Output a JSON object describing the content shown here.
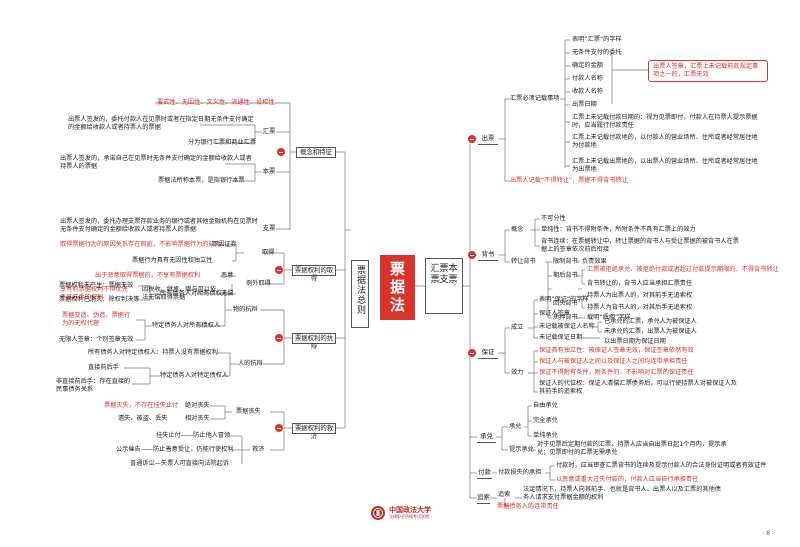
{
  "center": {
    "title": "票据法",
    "left_label": "票据法总则",
    "right_label": "汇票本票支票"
  },
  "left": {
    "concept": {
      "label": "概念和特征",
      "red_top": "要式性、无因性、文义性、流通性、设权性",
      "huipiao": {
        "label": "汇票",
        "desc": "出票人签发的，委托付款人在见票时或者在指定日期无条件支付确定的金额给收款人或者持票人的票据",
        "cls": "分为银行汇票和商业汇票"
      },
      "benpiao": {
        "label": "本票",
        "desc": "出票人签发的，承诺自己在见票时无条件支付确定的金额给收款人或者持票人的票据",
        "cls": "票据法所称本票，是指银行本票"
      },
      "zhipiao": {
        "label": "支票",
        "desc": "出票人签发的，委托办理支票存款业务的银行或者其他金融机构在见票时无条件支付确定的金额给收款人或者持票人的票据"
      }
    },
    "acquire": {
      "label": "票据权利的取得",
      "qude": "取得",
      "red1": "取得票据行为的原因关系存在瑕疵，不影响票据行为的效力",
      "xiaoli": "不因证券",
      "line2": "票据行为具有无因性和独立性",
      "red2": "出于恶意取得票据的，不享有票据权利",
      "eyi": "恶意",
      "liwai": "例外取得",
      "wuchang": "无偿",
      "shuifu": "因税收、继承、赠与可以依法无偿取得票据",
      "red3": "享有的票据权利不得优先于其前手的权利"
    },
    "defense": {
      "label": "票据权利的抗辩",
      "wu": "物的抗辩",
      "w1": "票据权利未产生：票据无效",
      "w2": "票据权利已消灭：除权判决等",
      "suoyou": "所有债务人对所有债权人",
      "red_wei": "票据变造、伪造、票据行为的无权代理",
      "tede": "特定债务人对所有债权人",
      "w4": "无限人签章：个别签章无效",
      "ren": "人的抗辩",
      "r1": "所有债务人对特定债权人：持票人没有票据权利",
      "r2": "直接前后手",
      "r3": "非直接前后手：存在直接的民事债务关系",
      "r4": "特定债务人对特定债权人"
    },
    "relief": {
      "label": "票据权利的救济",
      "red": "票据灭失，不存在挂失止付",
      "jue": "绝对丧失",
      "xd": "相对丧失",
      "lost_items": "遗失、被盗、丢失",
      "sangshi": "票据丧失",
      "jiuji": "救济",
      "gs": "挂失止付——防止他人冒领",
      "gg": "公示催告——防止善意受让，仍能行使权利",
      "ss": "普通诉讼—失票人可直接向法院起诉"
    }
  },
  "right": {
    "chupiao": {
      "label": "出票",
      "sub": "汇票必须记载事项",
      "items": [
        "表明“汇票”的字样",
        "无条件支付的委托",
        "确定的金额",
        "付款人名称",
        "收款人名称",
        "出票日期"
      ],
      "extra1": "汇票上未记载付款日期的：视为见票即付，付款人在持票人提示票据时，应当履行付款责任",
      "extra2": "汇票上未记载付款地的，以付款人的营业场所、住所或者经常居住地为付款地",
      "extra3": "汇票上未记载出票地的，以出票人的营业场所、住所或者经常居住地为出票地",
      "redbox": "出票人签章，汇票上未记载前款规定事项之一的，汇票无效",
      "red_note": "出票人记载“不得转让”，票据不得背书转让"
    },
    "beishu": {
      "label": "背书",
      "gainian": "概念",
      "g1": "不可分性",
      "g2": "单纯性：背书不得附条件，所附条件不具有汇票上的效力",
      "g3": "背书连续：在票据转让中，转让票据的背书人与受让票据的被背书人在票据上的签章依次前后衔接",
      "zhuanrang": "转让背书",
      "xianzhi": "限制背书",
      "xz1": "负责效果",
      "qihou": "期后背书",
      "qh_red": "汇票被拒绝承兑、被拒绝付款或者超过付款提示期限的，不得背书转让",
      "qh2": "背书转让的，背书人应当承担汇票责任",
      "huisu": "回头背书",
      "h1": "持票人为出票人的，对其前手无追索权",
      "h2": "持票人为背书人的，对其后手无追索权",
      "zhiya": "质押背书",
      "zy": "载明“质押”字样"
    },
    "baozheng": {
      "label": "保证",
      "chengli": "成立",
      "c1": "表明“保证”的字样",
      "c2": "保证人签章",
      "c3": "未记载被保证人名称",
      "c3a": "已承兑的汇票，承兑人为被保证人",
      "c3b": "未承兑的汇票，出票人为被保证人",
      "c4": "未记载保证日期",
      "c4a": "以出票日期为保证日期",
      "xiaoli": "效力",
      "x1": "保证具有独立性：被保证人签章无效，保证签章依然有效",
      "x2": "保证人与被保证人之间以及保证人之间均连带承担责任",
      "x3": "保证不得附有条件，附条件的，不影响对汇票的保证责任",
      "x4": "保证人的代位权：保证人清偿汇票债务后，可以行使持票人对被保证人及其前手的追索权"
    },
    "chengdui": {
      "label": "承兑",
      "cd": "承兑",
      "z": "自由承兑",
      "w": "完全承兑",
      "d": "单纯承兑",
      "ts": "提示承兑",
      "ts_desc": "对于见票后定期付款的汇票，持票人应当自出票日起1个月内，提示承兑；见票即付的汇票无需承兑"
    },
    "fukuan": {
      "label": "付款",
      "fk": "付款损失的承担",
      "f1": "付款时，应当审查汇票背书的连续及提示付款人的合法身份证明或者有效证件",
      "f_red": "以恶意或重大过失付款的，付款人应当自行承担责任"
    },
    "zhuisuo": {
      "label": "追索",
      "z": "追索",
      "zd": "法定情况下，持票人向其前手、也就是背书人、出票人以及汇票的其他债务人请求支付票据金额的权利",
      "red": "票据债务人的连带责任"
    }
  },
  "footer": {
    "logo_text": "中国政法大学",
    "logo_sub": "法律职业资格考试学院",
    "page": "- 8 -"
  }
}
